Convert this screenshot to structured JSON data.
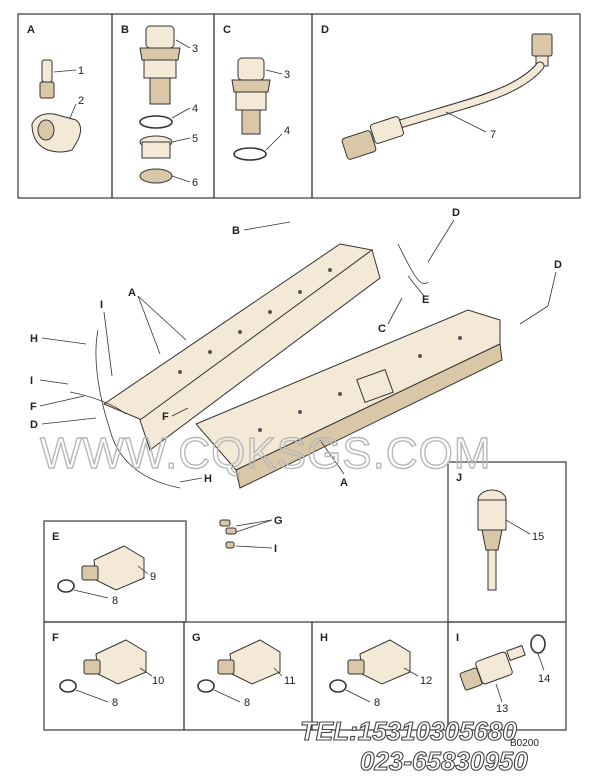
{
  "panels": {
    "A": {
      "label": "A",
      "callouts": [
        "1",
        "2"
      ]
    },
    "B": {
      "label": "B",
      "callouts": [
        "3",
        "4",
        "5",
        "6"
      ]
    },
    "C": {
      "label": "C",
      "callouts": [
        "3",
        "4"
      ]
    },
    "D": {
      "label": "D",
      "callouts": [
        "7"
      ]
    },
    "E": {
      "label": "E",
      "callouts": [
        "9",
        "8"
      ]
    },
    "F": {
      "label": "F",
      "callouts": [
        "10",
        "8"
      ]
    },
    "G": {
      "label": "G",
      "callouts": [
        "11",
        "8"
      ]
    },
    "H": {
      "label": "H",
      "callouts": [
        "12",
        "8"
      ]
    },
    "I": {
      "label": "I",
      "callouts": [
        "13",
        "14"
      ]
    },
    "J": {
      "label": "J",
      "callouts": [
        "15"
      ]
    }
  },
  "main_view_labels": [
    "B",
    "D",
    "D",
    "A",
    "E",
    "C",
    "I",
    "H",
    "I",
    "F",
    "D",
    "F",
    "H",
    "A",
    "G",
    "I"
  ],
  "watermark": "WWW.CQKSGS.COM",
  "contact": {
    "tel": "TEL:15310305680",
    "phone": "023-65830950"
  },
  "drawing_code": "B0200"
}
